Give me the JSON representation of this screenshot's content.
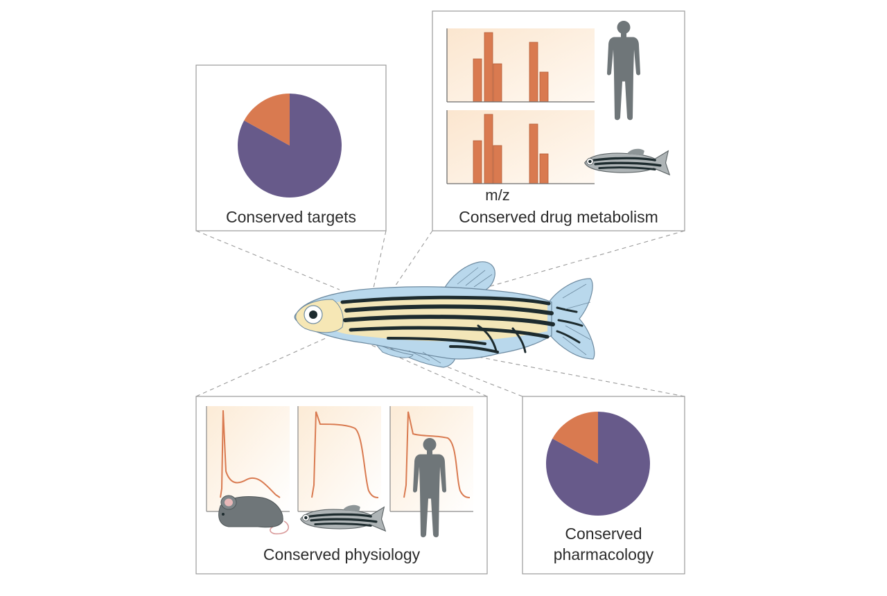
{
  "panels": {
    "targets": {
      "label": "Conserved targets"
    },
    "metabolism": {
      "label": "Conserved drug metabolism",
      "xaxis_label": "m/z"
    },
    "physiology": {
      "label": "Conserved physiology"
    },
    "pharmacology": {
      "label_line1": "Conserved",
      "label_line2": "pharmacology"
    }
  },
  "colors": {
    "purple": "#675a8a",
    "orange": "#d97a50",
    "panel_border": "#9a9a9a",
    "silhouette": "#6f7679",
    "cream_bg": "#fbe9d2",
    "fish_blue": "#b9d8ec",
    "fish_yellow": "#f6e7b5",
    "stripe": "#1d2b2e"
  },
  "chart_data": [
    {
      "type": "pie",
      "slices": [
        {
          "value": 0.83,
          "color": "#675a8a"
        },
        {
          "value": 0.17,
          "color": "#d97a50"
        }
      ]
    },
    {
      "type": "bar",
      "values": [
        0.62,
        1.0,
        0.55,
        0.86,
        0.43
      ]
    },
    {
      "type": "bar",
      "values": [
        0.62,
        1.0,
        0.55,
        0.86,
        0.43
      ]
    },
    {
      "type": "pie",
      "slices": [
        {
          "value": 0.83,
          "color": "#675a8a"
        },
        {
          "value": 0.17,
          "color": "#d97a50"
        }
      ]
    }
  ],
  "icons": [
    "mouse-icon",
    "zebrafish-icon",
    "human-icon"
  ]
}
